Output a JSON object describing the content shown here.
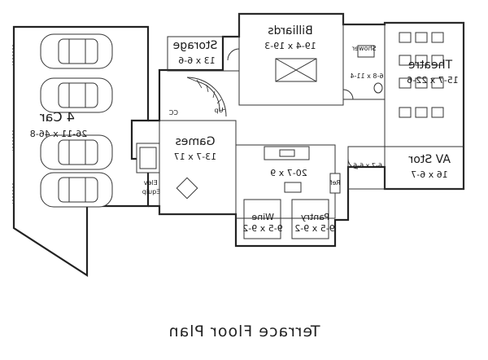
{
  "caption": "Terrace Floor Plan",
  "rooms": {
    "garage": {
      "name": "4 Car",
      "size": "26-11 x 46-8"
    },
    "storage": {
      "name": "Storage",
      "size": "13 x 6-6"
    },
    "billiards": {
      "name": "Billiards",
      "size": "19-4 x 19-3"
    },
    "theatre": {
      "name": "Theatre",
      "size": "15-7 x 22-6"
    },
    "av_storage": {
      "name": "AV Stor",
      "size": "16 x 6-7"
    },
    "games": {
      "name": "Games",
      "size": "13-7 x 17"
    },
    "bar": {
      "size": "20-7 x 9"
    },
    "wine": {
      "name": "Wine",
      "size": "9-5 x 9-2"
    },
    "pantry": {
      "name": "Pantry",
      "size": "9-5 x 9-2"
    },
    "bath": {
      "size": "6-8 x 11-4"
    },
    "hall": {
      "size": "6-7 x 6-6"
    }
  },
  "labels": {
    "shower": "Shower",
    "up": "Up",
    "closet": "CC",
    "elev": "Elev",
    "equip": "Equip",
    "refrigerator": "Ref"
  }
}
